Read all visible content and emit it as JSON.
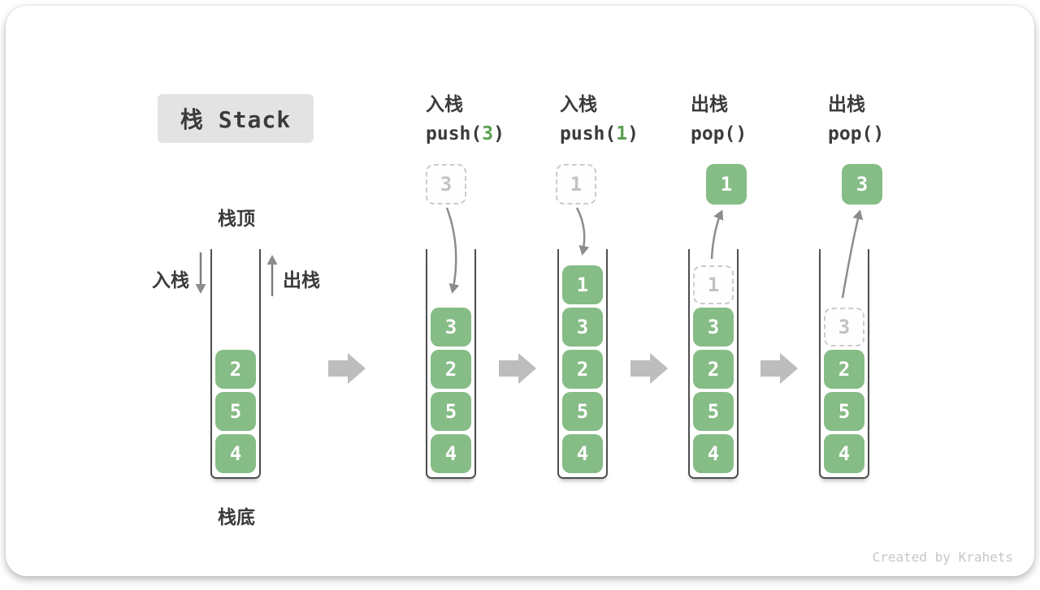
{
  "card": {
    "title": "栈 Stack",
    "watermark": "Created by Krahets"
  },
  "legend": {
    "stack_top": "栈顶",
    "stack_bottom": "栈底",
    "push_in": "入栈",
    "pop_out": "出栈"
  },
  "colors": {
    "box_green": "#86BC86",
    "arg_green": "#5AA050",
    "title_bg": "#E3E3E3",
    "text_dark": "#3B3B3B",
    "ghost_border": "#CCCCCC",
    "ghost_text": "#C2C2C2",
    "arrow_gray": "#8C8C8C",
    "block_arrow": "#BDBDBD",
    "wall": "#4F4F4F",
    "watermark": "#C7C7C7"
  },
  "columns": {
    "c1": {
      "stack": [
        "2",
        "5",
        "4"
      ]
    },
    "c2": {
      "op": "入栈",
      "call_pre": "push(",
      "arg": "3",
      "call_post": ")",
      "incoming": "3",
      "stack": [
        "3",
        "2",
        "5",
        "4"
      ]
    },
    "c3": {
      "op": "入栈",
      "call_pre": "push(",
      "arg": "1",
      "call_post": ")",
      "incoming": "1",
      "stack": [
        "1",
        "3",
        "2",
        "5",
        "4"
      ]
    },
    "c4": {
      "op": "出栈",
      "call": "pop()",
      "popped": "1",
      "ghost": "1",
      "stack": [
        "3",
        "2",
        "5",
        "4"
      ]
    },
    "c5": {
      "op": "出栈",
      "call": "pop()",
      "popped": "3",
      "ghost": "3",
      "stack": [
        "2",
        "5",
        "4"
      ]
    }
  }
}
